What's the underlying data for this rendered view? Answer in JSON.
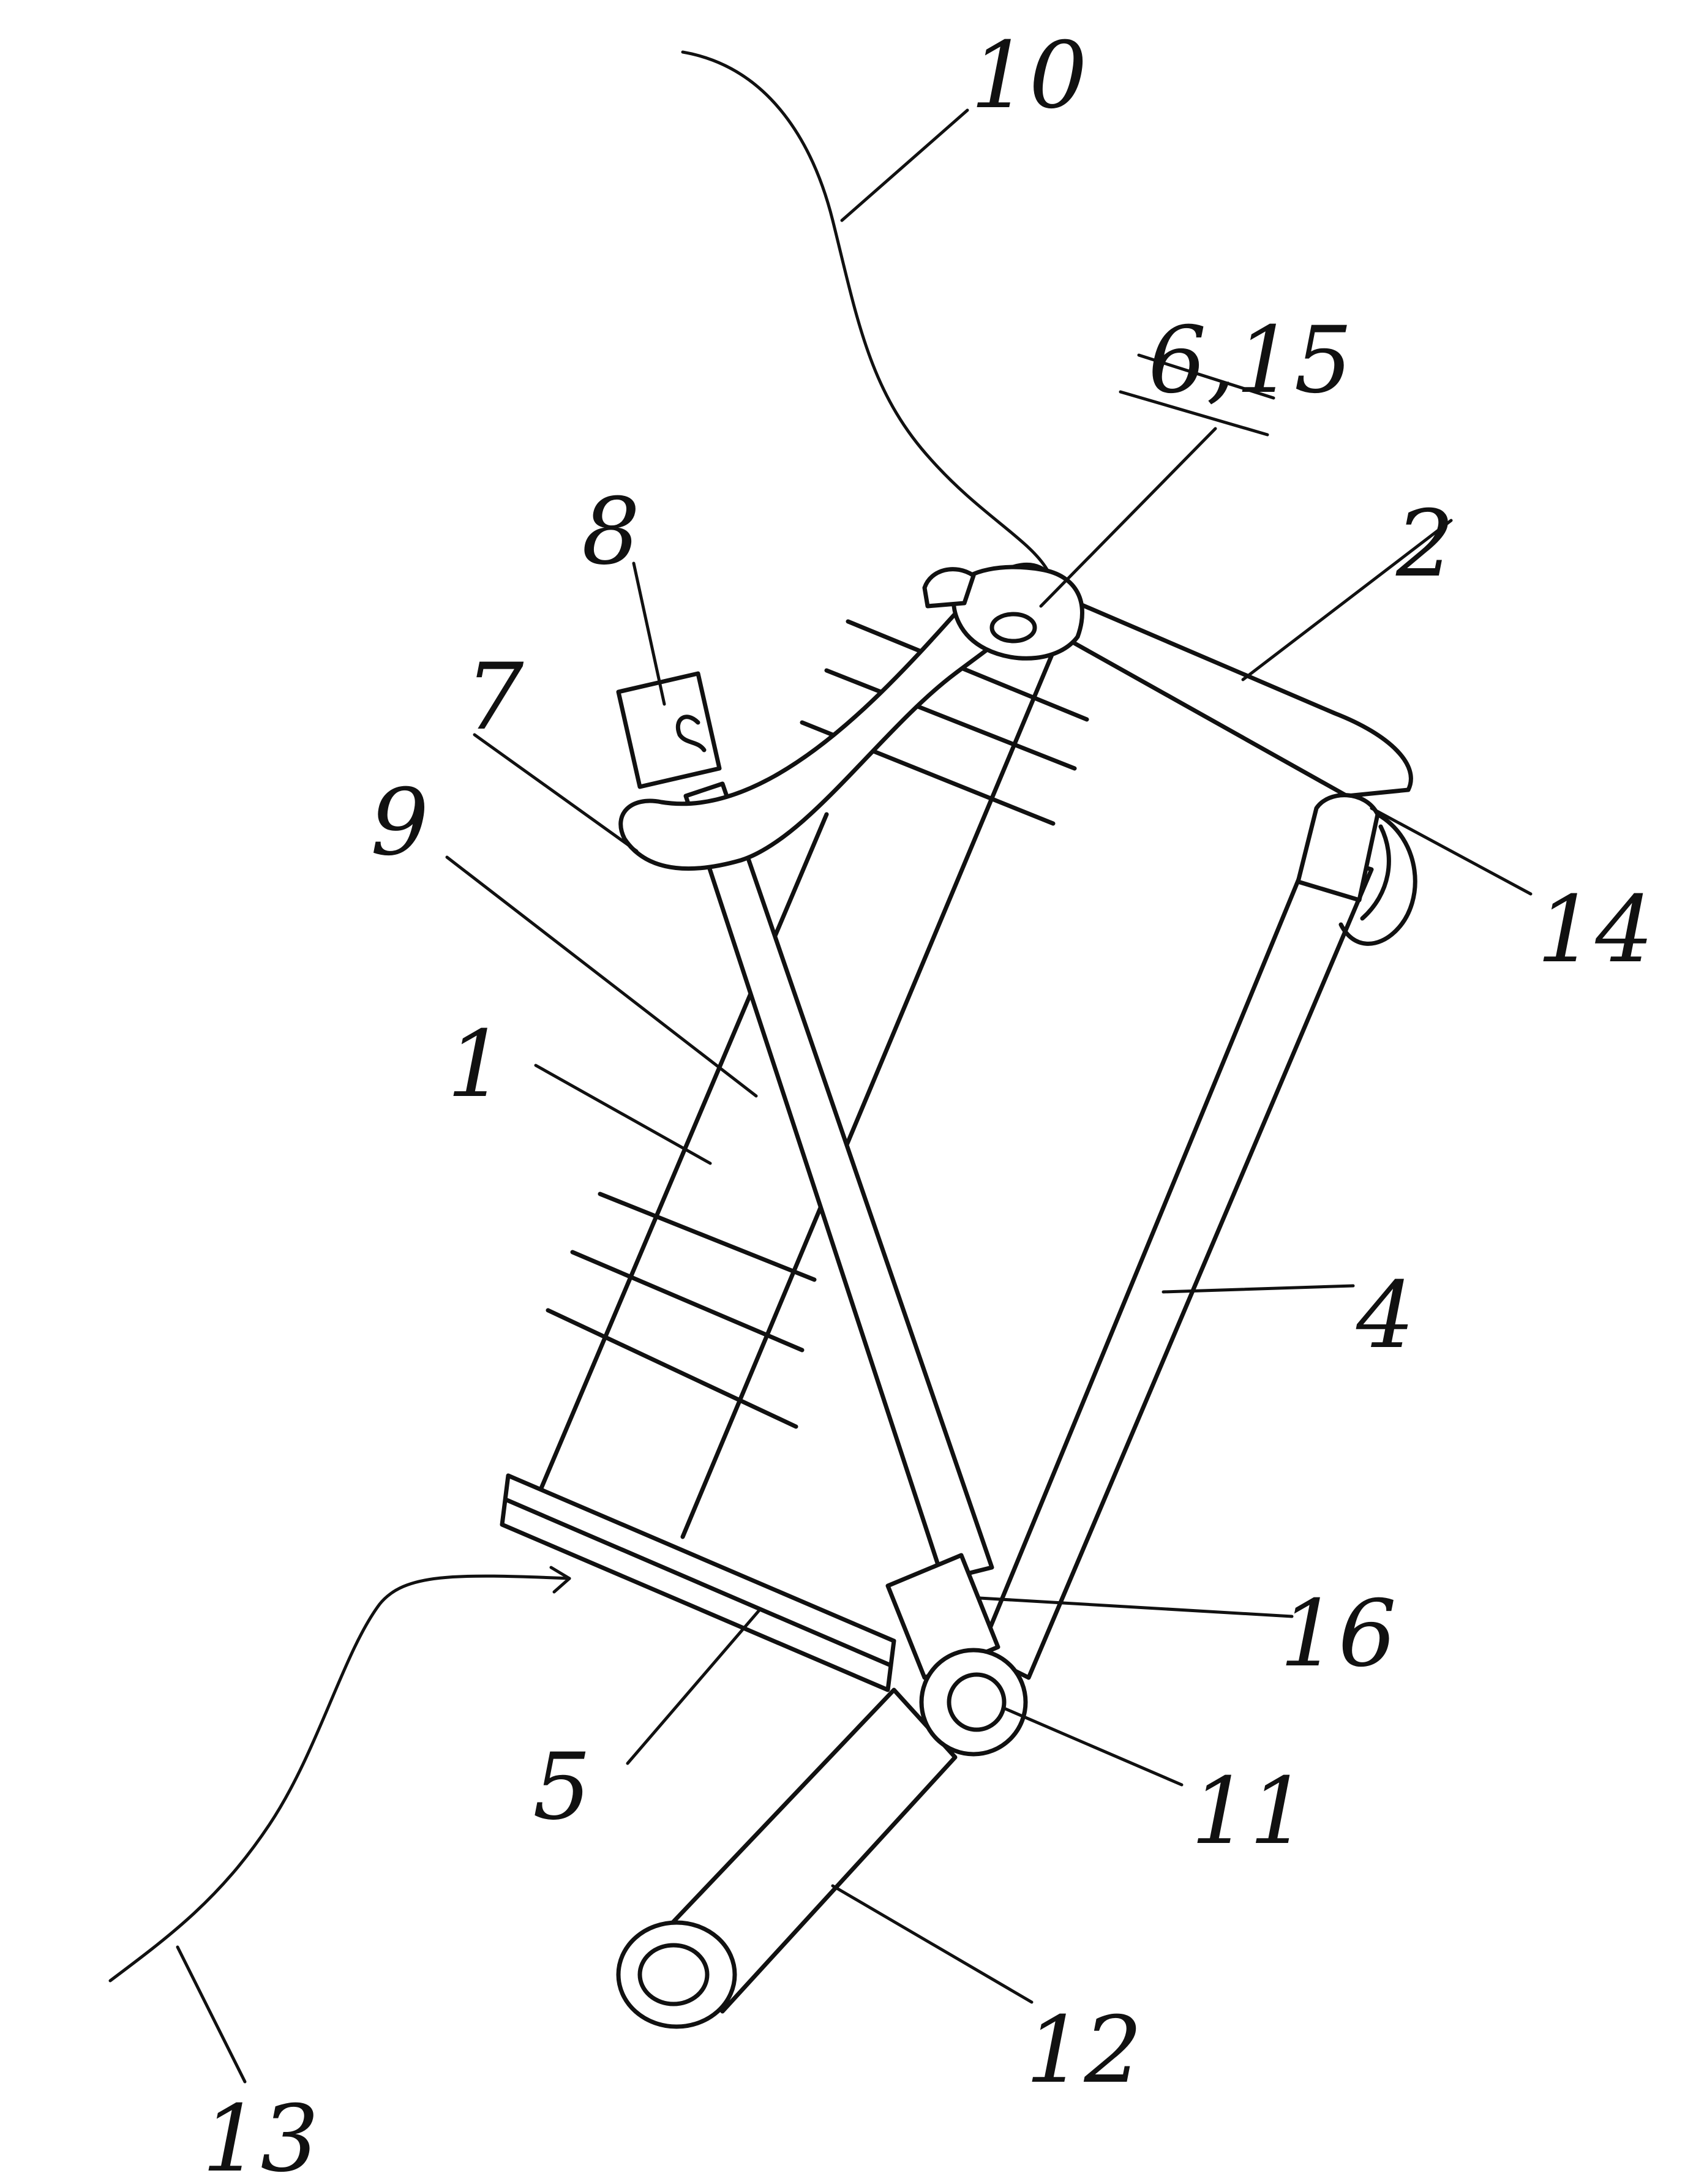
{
  "figure": {
    "labels": {
      "l1": "1",
      "l2": "2",
      "l4": "4",
      "l5": "5",
      "l6_15": "6,15",
      "l7": "7",
      "l8": "8",
      "l9": "9",
      "l10": "10",
      "l11": "11",
      "l12": "12",
      "l13": "13",
      "l14": "14",
      "l16": "16"
    }
  }
}
